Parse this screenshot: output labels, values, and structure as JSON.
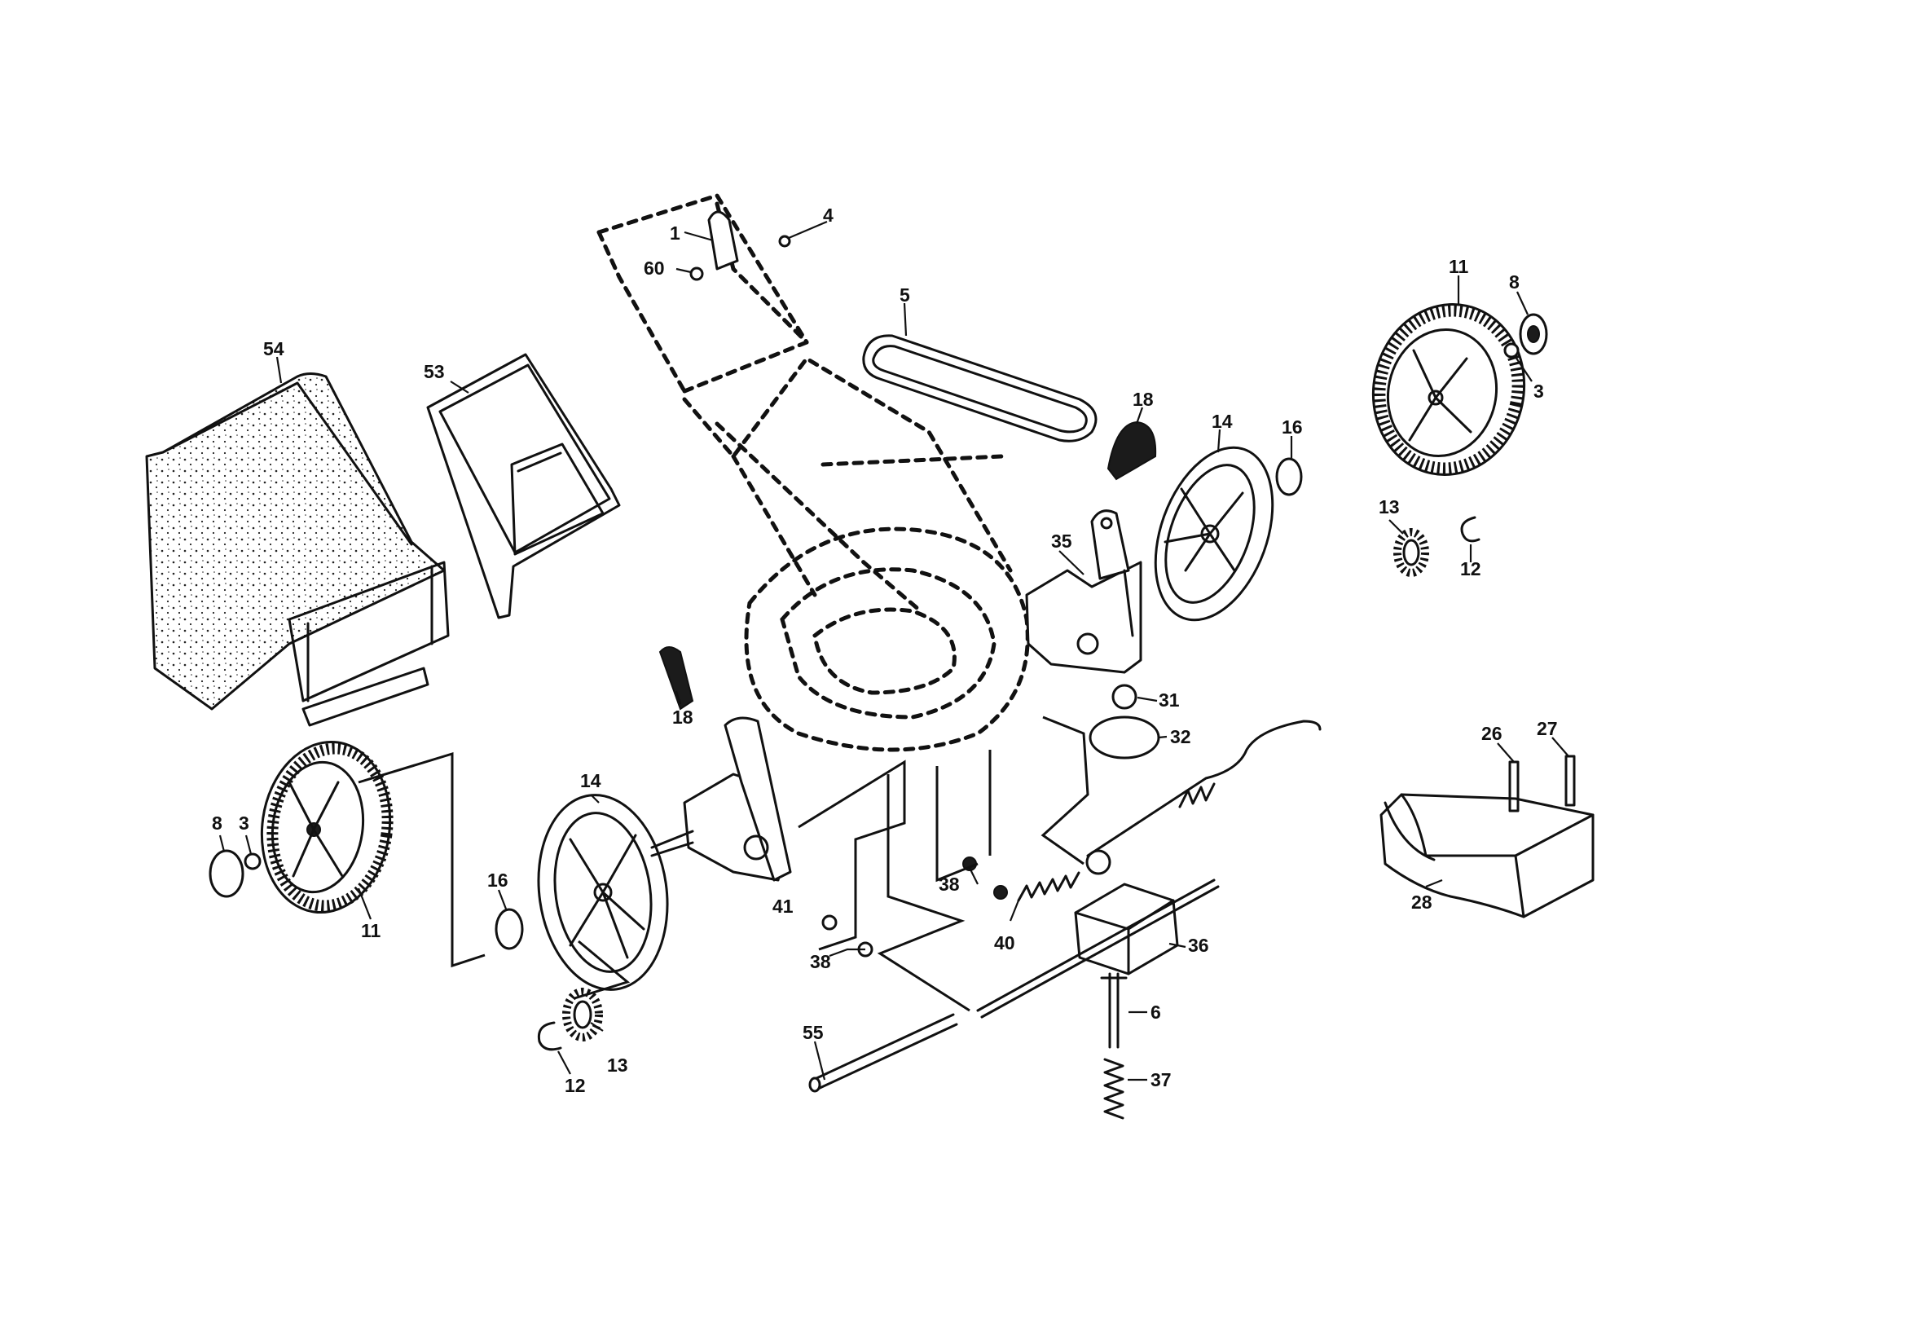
{
  "diagram": {
    "labels": {
      "p54": "54",
      "p53": "53",
      "p1": "1",
      "p4": "4",
      "p60": "60",
      "p5": "5",
      "p18a": "18",
      "p18b": "18",
      "p14a": "14",
      "p14b": "14",
      "p16a": "16",
      "p16b": "16",
      "p11a": "11",
      "p11b": "11",
      "p8a": "8",
      "p8b": "8",
      "p3a": "3",
      "p3b": "3",
      "p13a": "13",
      "p13b": "13",
      "p12a": "12",
      "p12b": "12",
      "p35": "35",
      "p31": "31",
      "p32": "32",
      "p41": "41",
      "p38a": "38",
      "p38b": "38",
      "p40": "40",
      "p36": "36",
      "p6": "6",
      "p37": "37",
      "p55": "55",
      "p26": "26",
      "p27": "27",
      "p28": "28"
    },
    "colors": {
      "ink": "#111111",
      "paper": "#ffffff"
    }
  }
}
